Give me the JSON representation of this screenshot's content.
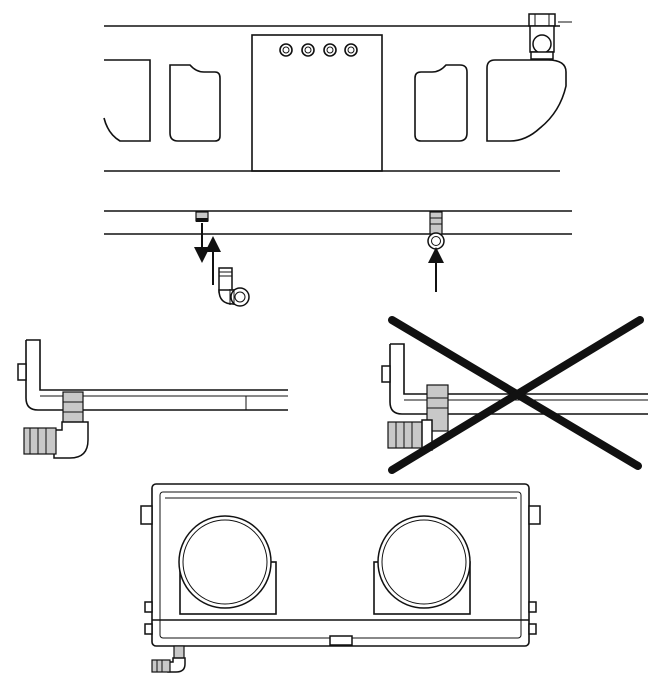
{
  "figure": {
    "panels": [
      "unit-top-view",
      "condensate-drain-ceiling-mount",
      "drain-elbow-correct",
      "drain-elbow-incorrect",
      "unit-front-view"
    ],
    "marks": {
      "incorrect": "cross-mark"
    },
    "colors": {
      "line": "#111111",
      "fitting": "#c8c8c8",
      "background": "#ffffff"
    }
  }
}
